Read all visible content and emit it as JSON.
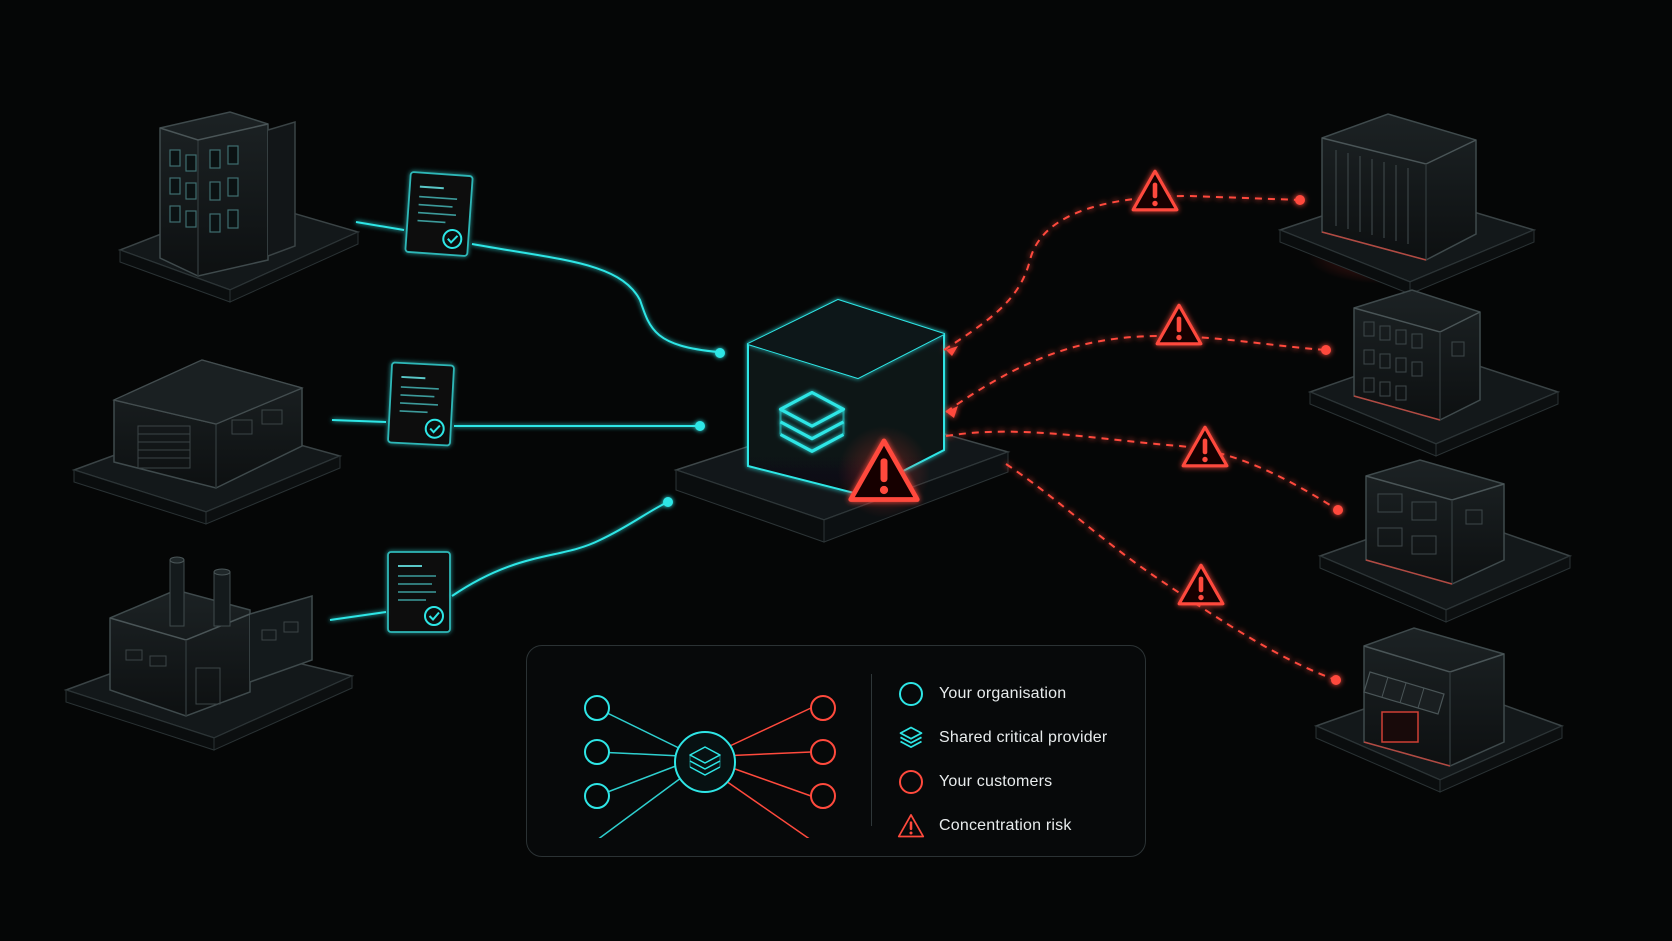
{
  "colors": {
    "background": "#050606",
    "teal": "#2ee6e6",
    "red": "#ff4a3d",
    "platform": "#161b1c",
    "outline": "#3c4446"
  },
  "diagram": {
    "suppliers": [
      {
        "kind": "office-building",
        "document": "signed-contract"
      },
      {
        "kind": "warehouse",
        "document": "signed-contract"
      },
      {
        "kind": "factory",
        "document": "signed-contract"
      }
    ],
    "hub": {
      "icon": "layers-icon",
      "status": "warning-icon"
    },
    "customers": [
      {
        "kind": "office-block",
        "link_status": "warning-icon"
      },
      {
        "kind": "apartment-block",
        "link_status": "warning-icon"
      },
      {
        "kind": "office-building",
        "link_status": "warning-icon"
      },
      {
        "kind": "storefront",
        "link_status": "warning-icon"
      }
    ]
  },
  "legend": {
    "items": [
      {
        "icon": "teal-circle-icon",
        "label": "Your organisation"
      },
      {
        "icon": "layers-icon",
        "label": "Shared critical provider"
      },
      {
        "icon": "red-circle-icon",
        "label": "Your customers"
      },
      {
        "icon": "warning-triangle-icon",
        "label": "Concentration risk"
      }
    ]
  }
}
